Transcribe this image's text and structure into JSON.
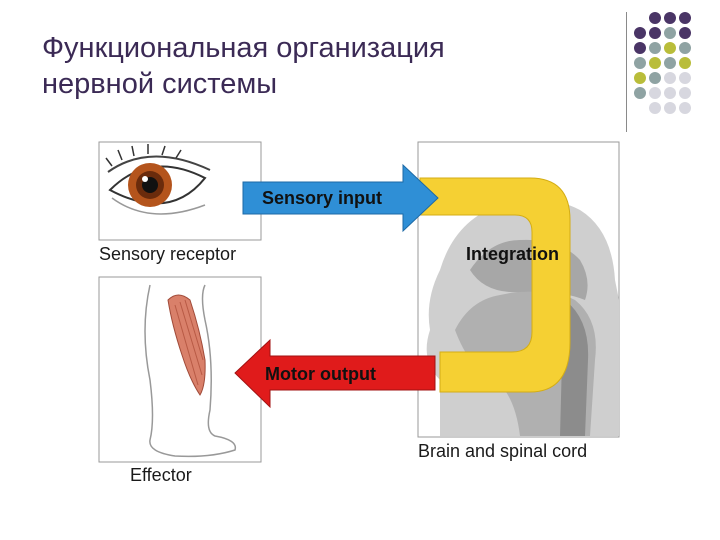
{
  "slide": {
    "title_line1": "Функциональная организация",
    "title_line2": "нервной системы"
  },
  "diagram": {
    "sensory_input": "Sensory input",
    "integration": "Integration",
    "motor_output": "Motor output",
    "sensory_receptor": "Sensory receptor",
    "effector": "Effector",
    "brain_spinal": "Brain and spinal cord"
  },
  "colors": {
    "title": "#3b2a55",
    "purple_dot": "#4a3566",
    "teal_dot": "#8fa3a3",
    "olive_dot": "#b9bd3a",
    "light_dot": "#d7d7df",
    "sensory_arrow": "#2f8fd6",
    "motor_arrow": "#e01b1b",
    "loop": "#f5d033"
  }
}
